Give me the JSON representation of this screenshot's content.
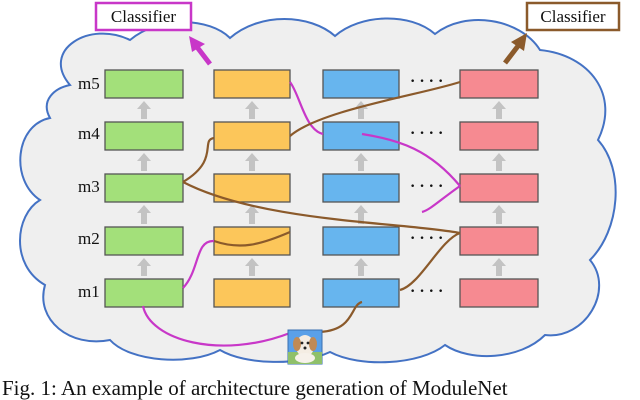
{
  "left_classifier": {
    "label": "Classifier",
    "color": "#c837c8"
  },
  "right_classifier": {
    "label": "Classifier",
    "color": "#8b5a2b"
  },
  "row_labels": [
    "m5",
    "m4",
    "m3",
    "m2",
    "m1"
  ],
  "ellipsis": "· · · ·",
  "column_colors": [
    "#a3e07a",
    "#fcc65a",
    "#67b5ee",
    "#f68a91"
  ],
  "path_colors": {
    "magenta": "#c837c8",
    "brown": "#8b5a2b"
  },
  "input_image_icon": "dog-photo",
  "caption": "Fig. 1: An example of architecture generation of ModuleNet"
}
